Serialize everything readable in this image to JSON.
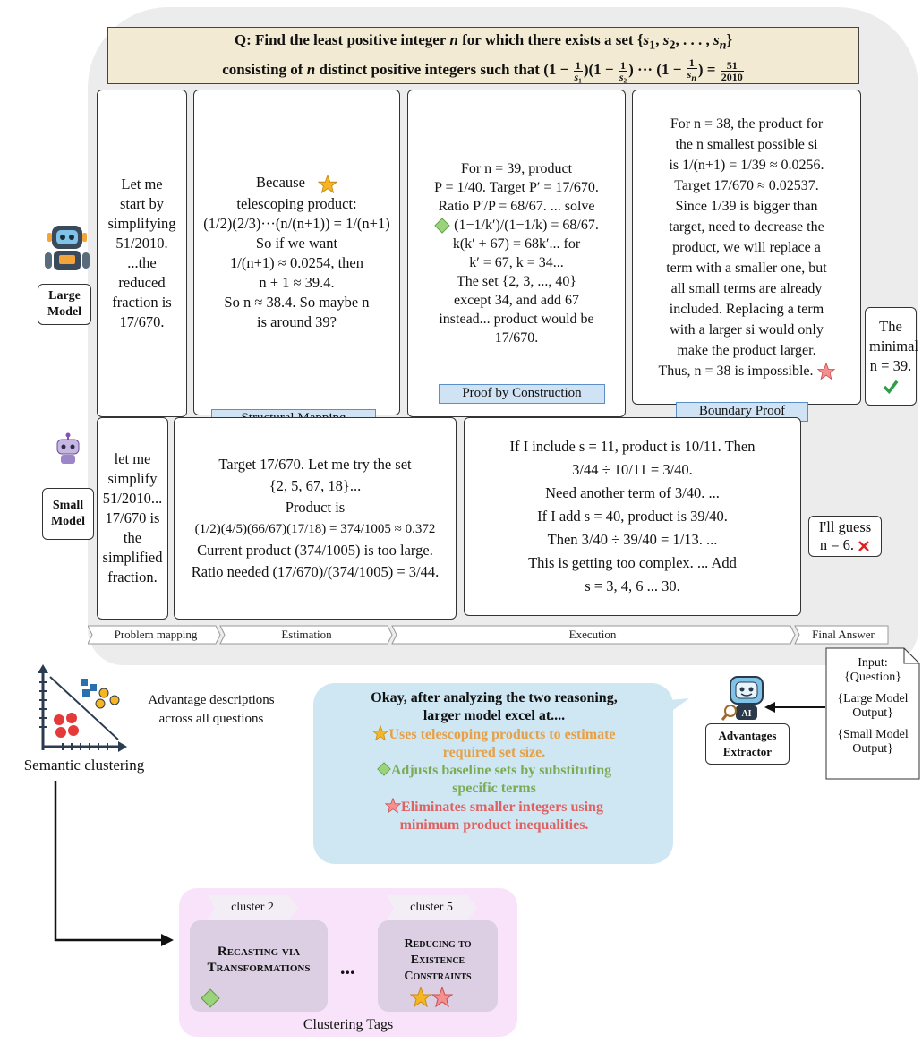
{
  "question": {
    "line1": "Q: Find the least positive integer n for which there exists a set {s1, s2, ..., sn}",
    "line2": "consisting of n distinct positive integers such that (1 − 1/s1)(1 − 1/s2)···(1 − 1/sn) = 51/2010"
  },
  "models": {
    "large_label": "Large Model",
    "small_label": "Small Model"
  },
  "large": {
    "b1": [
      "Let me",
      "start by",
      "simplifying",
      "51/2010. ...the",
      "reduced",
      "fraction is",
      "17/670."
    ],
    "b2": [
      "Because",
      "telescoping product:",
      "(1/2)(2/3)···(n/(n+1)) = 1/(n+1)",
      "So if we want",
      "1/(n+1) ≈ 0.0254, then",
      "n + 1 ≈ 39.4.",
      "So n ≈ 38.4. So maybe n",
      "is around 39?"
    ],
    "b3": [
      "For n = 39, product",
      "P = 1/40. Target P′ = 17/670.",
      "Ratio P′/P = 68/67. ... solve",
      "(1−1/k′)/(1−1/k) = 68/67.",
      "k(k′ + 67) = 68k′... for",
      "k′ = 67, k = 34...",
      "The set {2, 3, ..., 40}",
      "except 34, and add 67",
      "instead... product would be",
      "17/670."
    ],
    "b4": [
      "For n = 38, the product for",
      "the n smallest possible si",
      "is 1/(n+1) = 1/39 ≈ 0.0256.",
      "Target 17/670 ≈ 0.02537.",
      "Since 1/39 is bigger than",
      "target, need to decrease the",
      "product, we will replace a",
      "term with a smaller one, but",
      "all small terms are already",
      "included. Replacing a term",
      "with a larger si would only",
      "make the product larger.",
      "Thus, n = 38 is impossible."
    ],
    "b5": [
      "The",
      "minimal",
      "n = 39."
    ]
  },
  "small": {
    "b1": [
      "let me",
      "simplify",
      "51/2010...",
      "17/670 is the",
      "simplified",
      "fraction."
    ],
    "b2": [
      "Target 17/670. Let me try the set",
      "{2, 5, 67, 18}...",
      "Product is",
      "(1/2)(4/5)(66/67)(17/18) = 374/1005 ≈ 0.372",
      "Current product (374/1005) is too large.",
      "Ratio needed (17/670)/(374/1005) = 3/44."
    ],
    "b3": [
      "If I include s = 11, product is 10/11. Then",
      "3/44 ÷ 10/11 = 3/40.",
      "Need another term of 3/40. ...",
      "If I add s = 40, product is 39/40.",
      "Then 3/40 ÷ 39/40 = 1/13. ...",
      "This is getting too complex. ... Add",
      "s = 3, 4, 6 ... 30."
    ],
    "b4": [
      "I'll guess",
      "n = 6."
    ]
  },
  "tags": {
    "structural": "Structural Mapping",
    "construction": "Proof by Construction",
    "boundary": "Boundary Proof"
  },
  "stages": [
    "Problem mapping",
    "Estimation",
    "Execution",
    "Final Answer"
  ],
  "input_doc": [
    "Input:",
    "{Question}",
    "{Large Model",
    "Output}",
    "{Small Model",
    "Output}"
  ],
  "extractor": [
    "Advantages",
    "Extractor"
  ],
  "extractor_screen": "AI",
  "analysis": {
    "intro1": "Okay, after analyzing the two reasoning,",
    "intro2": "larger model excel at....",
    "adv1": [
      "Uses telescoping products to estimate",
      "required set size."
    ],
    "adv2": [
      "Adjusts baseline sets by substituting",
      "specific terms"
    ],
    "adv3": [
      "Eliminates smaller integers using",
      "minimum product inequalities."
    ]
  },
  "clustering": {
    "desc1": "Advantage descriptions",
    "desc2": "across all questions",
    "label": "Semantic clustering",
    "tags_label": "Clustering Tags",
    "cluster_a": "cluster 2",
    "cluster_a_title": [
      "Recasting via",
      "Transformations"
    ],
    "cluster_b": "cluster 5",
    "cluster_b_title": [
      "Reducing to",
      "Existence",
      "Constraints"
    ],
    "ellipsis": "..."
  },
  "colors": {
    "star_orange": "#f5b622",
    "diamond_green": "#9bd27c",
    "star_red": "#f59090",
    "adv1_text": "#e7a046",
    "adv2_text": "#7bab57",
    "adv3_text": "#e06161",
    "panel": "#ececec",
    "question_bg": "#f3ead3",
    "analysis_bg": "#cfe7f3",
    "tags_bg": "#f8e3fa"
  }
}
